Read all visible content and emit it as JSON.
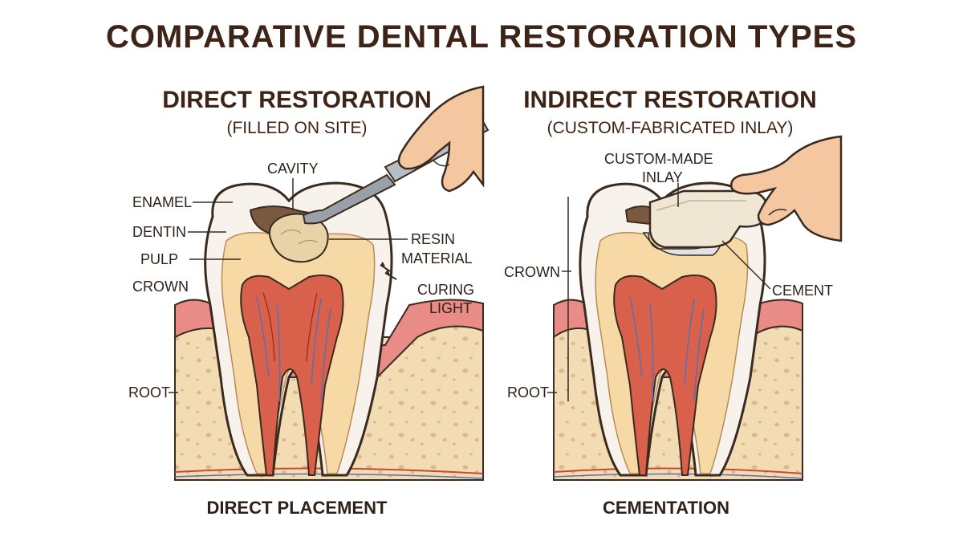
{
  "title": "COMPARATIVE DENTAL RESTORATION TYPES",
  "left": {
    "heading": "DIRECT RESTORATION",
    "subheading": "(FILLED ON SITE)",
    "labels": {
      "cavity": "CAVITY",
      "enamel": "ENAMEL",
      "dentin": "DENTIN",
      "pulp": "PULP",
      "crown": "CROWN",
      "root": "ROOT",
      "resin_line1": "RESIN",
      "resin_line2": "MATERIAL",
      "curing_line1": "CURING",
      "curing_line2": "LIGHT"
    },
    "caption": "DIRECT PLACEMENT"
  },
  "right": {
    "heading": "INDIRECT RESTORATION",
    "subheading": "(CUSTOM-FABRICATED INLAY)",
    "labels": {
      "inlay_line1": "CUSTOM-MADE",
      "inlay_line2": "INLAY",
      "crown": "CROWN",
      "cement": "CEMENT",
      "root": "ROOT"
    },
    "caption": "CEMENTATION"
  },
  "colors": {
    "enamel": "#f7f3ec",
    "dentin": "#f6d9a4",
    "pulp": "#e07a5f",
    "gum": "#e98b86",
    "bone": "#f3dcb4",
    "outline": "#3a2a20",
    "resin": "#e8d2a8",
    "inlay": "#efe6d3"
  }
}
